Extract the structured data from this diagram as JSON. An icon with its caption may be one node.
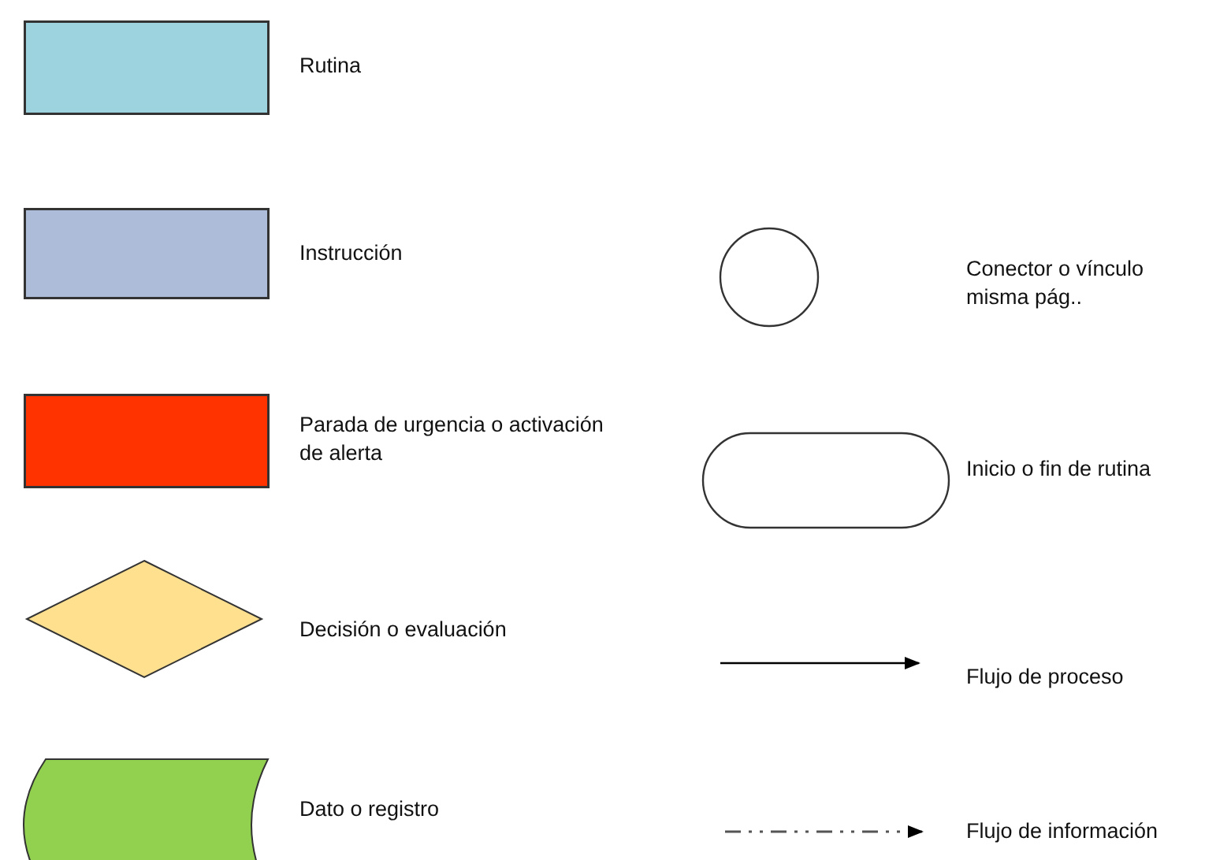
{
  "diagram": {
    "legend": [
      {
        "text": "Rutina",
        "color": "#9dd3df"
      },
      {
        "text": "Instrucción",
        "color": "#adbcd8"
      },
      {
        "text": "Parada de urgencia o activación de alerta",
        "color": "#ff3300"
      },
      {
        "text": "Decisión o evaluación",
        "color": "#fee08f"
      },
      {
        "text": "Dato o registro",
        "color": "#92d050"
      },
      {
        "text": "Conector o vínculo misma pág.."
      },
      {
        "text": "Inicio o fin de rutina"
      },
      {
        "text": "Flujo de proceso"
      },
      {
        "text": "Flujo de información"
      }
    ]
  }
}
